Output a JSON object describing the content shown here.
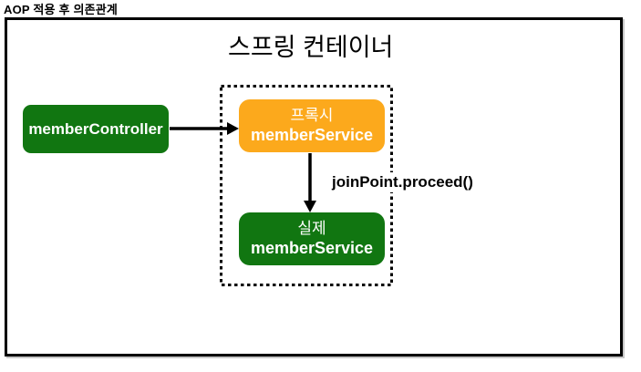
{
  "caption": "AOP 적용 후 의존관계",
  "container": {
    "title": "스프링 컨테이너"
  },
  "nodes": {
    "controller": {
      "label": "memberController"
    },
    "proxy": {
      "line1": "프록시",
      "line2": "memberService"
    },
    "real": {
      "line1": "실제",
      "line2": "memberService"
    }
  },
  "edges": {
    "controller_to_proxy_label": "",
    "proxy_to_real_label": "joinPoint.proceed()"
  },
  "colors": {
    "green": "#117611",
    "orange": "#FCA91C",
    "line": "#000000"
  }
}
